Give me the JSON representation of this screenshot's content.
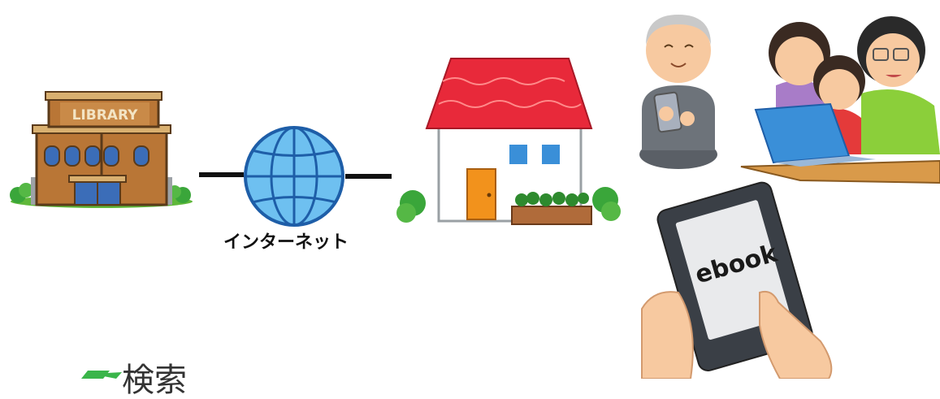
{
  "library": {
    "sign_text": "LIBRARY"
  },
  "network": {
    "label": "インターネット"
  },
  "ereader": {
    "screen_text": "ebook"
  },
  "footer": {
    "partial_text": "検索"
  },
  "colors": {
    "roof": "#e8293a",
    "globe": "#6ec0f0",
    "library_brick": "#c07a38",
    "sweater": "#8bcf3a",
    "accent_green": "#3ab54a"
  },
  "icons": {
    "library": "library-building-icon",
    "globe": "globe-icon",
    "house": "house-icon",
    "elderly": "elderly-man-with-tablet-icon",
    "family": "family-using-laptop-icon",
    "ereader": "ereader-icon"
  }
}
